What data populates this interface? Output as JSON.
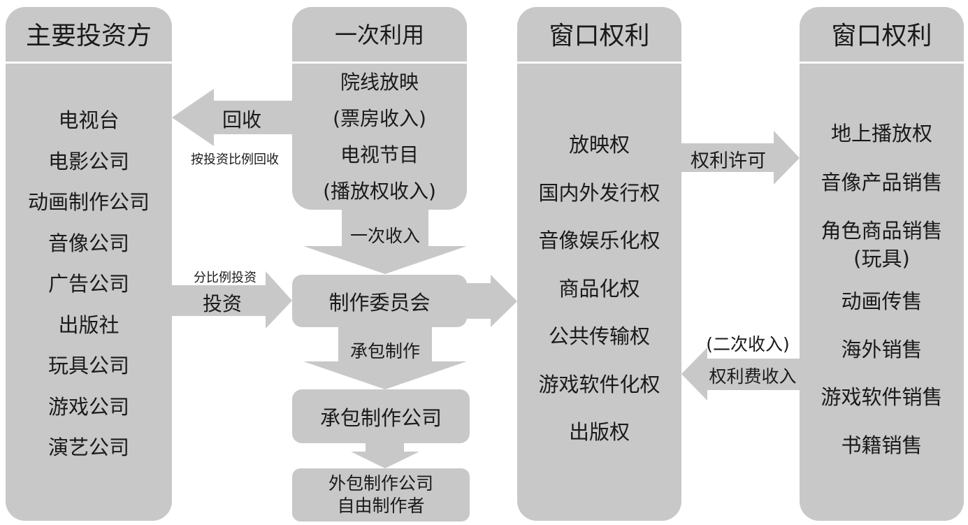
{
  "investors": {
    "title": "主要投资方",
    "items": [
      "电视台",
      "电影公司",
      "动画制作公司",
      "音像公司",
      "广告公司",
      "出版社",
      "玩具公司",
      "游戏公司",
      "演艺公司"
    ]
  },
  "primary_use": {
    "title": "一次利用",
    "items": [
      "院线放映",
      "(票房收入)",
      "电视节目",
      "(播放权收入)"
    ]
  },
  "window_rights": {
    "title": "窗口权利",
    "items": [
      "放映权",
      "国内外发行权",
      "音像娱乐化权",
      "商品化权",
      "公共传输权",
      "游戏软件化权",
      "出版权"
    ]
  },
  "window_rights_right": {
    "title": "窗口权利",
    "items": [
      "地上播放权",
      "音像产品销售",
      "角色商品销售",
      "(玩具)",
      "动画传售",
      "海外销售",
      "游戏软件销售",
      "书籍销售"
    ]
  },
  "committee": "制作委员会",
  "contract_company": "承包制作公司",
  "outsource": [
    "外包制作公司",
    "自由制作者"
  ],
  "arrows": {
    "recover": "回收",
    "recover_note": "按投资比例回收",
    "invest": "投资",
    "invest_note": "分比例投资",
    "primary_income": "一次收入",
    "contract_production": "承包制作",
    "license": "权利许可",
    "secondary_income": "(二次收入)",
    "royalty_income": "权利费收入"
  }
}
